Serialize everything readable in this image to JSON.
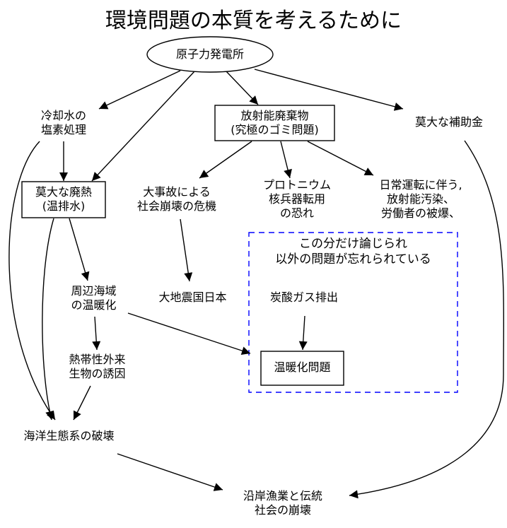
{
  "title": "環境問題の本質を考えるために",
  "nodes": {
    "nuclear_plant": "原子力発電所",
    "chlorination": "冷却水の\n塩素処理",
    "waste_heat": "莫大な廃熱\n(温排水)",
    "radioactive_waste": "放射能廃棄物\n(究極のゴミ問題)",
    "subsidy": "莫大な補助金",
    "accident": "大事故による\n社会崩壊の危機",
    "plutonium": "プロトニウム\n核兵器転用\nの恐れ",
    "daily_operation": "日常運転に伴う,\n放射能汚染、\n労働者の被爆、",
    "sea_warming": "周辺海域\nの温暖化",
    "earthquake_country": "大地震国日本",
    "tropical_species": "熱帯性外来\n生物の誘因",
    "marine_ecosystem": "海洋生態系の破壊",
    "coastal_fishery": "沿岸漁業と伝統\n社会の崩壊",
    "co2_emission": "炭酸ガス排出",
    "global_warming": "温暖化問題"
  },
  "cluster": {
    "label": "この分だけ論じられ\n以外の問題が忘れられている",
    "border_color": "#0000ff"
  },
  "edges": [
    {
      "from": "nuclear_plant",
      "to": "chlorination"
    },
    {
      "from": "nuclear_plant",
      "to": "waste_heat"
    },
    {
      "from": "nuclear_plant",
      "to": "radioactive_waste"
    },
    {
      "from": "nuclear_plant",
      "to": "subsidy"
    },
    {
      "from": "chlorination",
      "to": "waste_heat"
    },
    {
      "from": "chlorination",
      "to": "marine_ecosystem"
    },
    {
      "from": "waste_heat",
      "to": "sea_warming"
    },
    {
      "from": "waste_heat",
      "to": "marine_ecosystem"
    },
    {
      "from": "radioactive_waste",
      "to": "accident"
    },
    {
      "from": "radioactive_waste",
      "to": "plutonium"
    },
    {
      "from": "radioactive_waste",
      "to": "daily_operation"
    },
    {
      "from": "accident",
      "to": "earthquake_country"
    },
    {
      "from": "sea_warming",
      "to": "tropical_species"
    },
    {
      "from": "sea_warming",
      "to": "global_warming_cluster"
    },
    {
      "from": "tropical_species",
      "to": "marine_ecosystem"
    },
    {
      "from": "marine_ecosystem",
      "to": "coastal_fishery"
    },
    {
      "from": "subsidy",
      "to": "coastal_fishery"
    },
    {
      "from": "co2_emission",
      "to": "global_warming"
    }
  ]
}
